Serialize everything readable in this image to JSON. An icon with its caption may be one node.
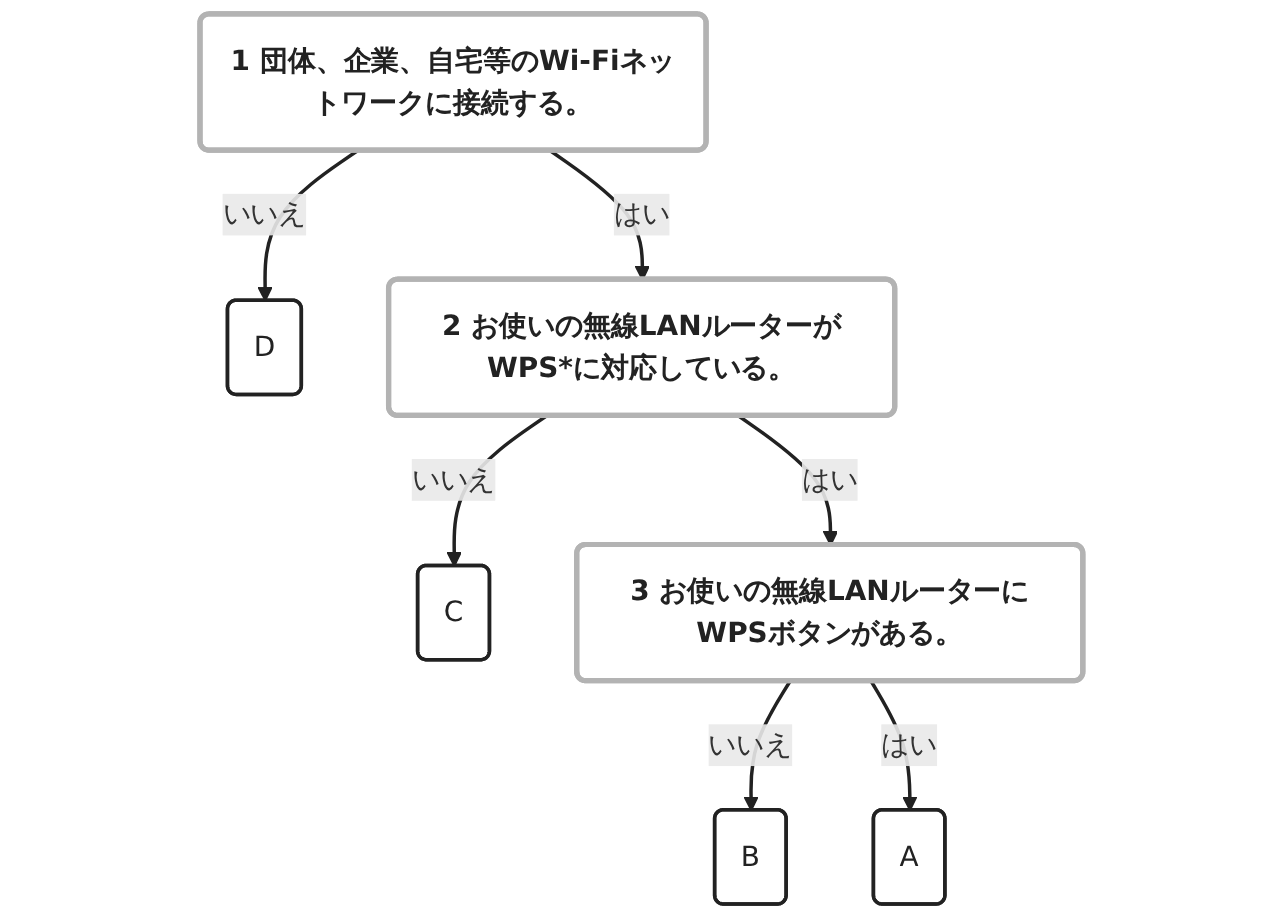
{
  "diagram": {
    "nodes": [
      {
        "text": [
          "1 団体、企業、自宅等のWi-Fiネットワークに接続する。"
        ]
      },
      {
        "text": [
          "D"
        ]
      },
      {
        "text": [
          "2 お使いの無線LANルーターがWPS*に対応している。"
        ]
      },
      {
        "text": [
          "C"
        ]
      },
      {
        "text": [
          "3 お使いの無線LANルーターにWPSボタンがある。"
        ]
      },
      {
        "text": [
          "B"
        ]
      },
      {
        "text": [
          "A"
        ]
      }
    ],
    "edges": [
      {
        "from": 0,
        "to": 1,
        "arrow": "to",
        "label": "いいえ"
      },
      {
        "from": 0,
        "to": 2,
        "arrow": "to",
        "label": "はい"
      },
      {
        "from": 2,
        "to": 3,
        "arrow": "to",
        "label": "いいえ"
      },
      {
        "from": 2,
        "to": 4,
        "arrow": "to",
        "label": "はい"
      },
      {
        "from": 4,
        "to": 5,
        "arrow": "to",
        "label": "いいえ"
      },
      {
        "from": 4,
        "to": 6,
        "arrow": "to",
        "label": "はい"
      }
    ]
  }
}
